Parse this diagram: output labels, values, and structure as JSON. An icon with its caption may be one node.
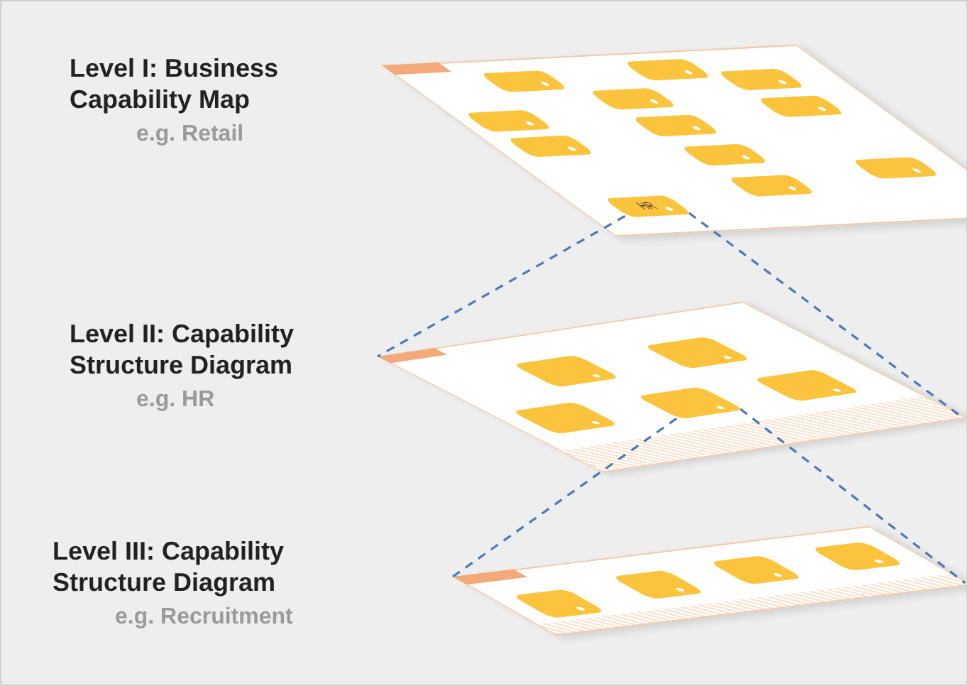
{
  "diagram": {
    "nodes": [
      {
        "text": [],
        "shape": "box",
        "beside": [
          "Level I: Business Capability Map",
          "e.g. Retail"
        ]
      },
      {
        "text": [],
        "shape": "box",
        "in": 0
      },
      {
        "text": [],
        "shape": "box",
        "in": 0
      },
      {
        "text": [],
        "shape": "box",
        "in": 0
      },
      {
        "text": [],
        "shape": "box",
        "in": 0
      },
      {
        "text": [],
        "shape": "box",
        "in": 0
      },
      {
        "text": [],
        "shape": "box",
        "in": 0
      },
      {
        "text": [],
        "shape": "box",
        "in": 0
      },
      {
        "text": [],
        "shape": "box",
        "in": 0
      },
      {
        "text": [],
        "shape": "box",
        "in": 0
      },
      {
        "text": [],
        "shape": "box",
        "in": 0
      },
      {
        "text": [],
        "shape": "box",
        "in": 0
      },
      {
        "text": [
          "HR"
        ],
        "in": 0
      },
      {
        "text": [],
        "shape": "box",
        "beside": [
          "Level II: Capability Structure Diagram",
          "e.g. HR"
        ]
      },
      {
        "text": [],
        "shape": "box",
        "in": 13
      },
      {
        "text": [],
        "shape": "box",
        "in": 13
      },
      {
        "text": [],
        "shape": "box",
        "in": 13
      },
      {
        "text": [],
        "shape": "box",
        "in": 13
      },
      {
        "text": [],
        "shape": "box",
        "in": 13
      },
      {
        "text": [],
        "shape": "box",
        "beside": [
          "Level III: Capability Structure Diagram",
          "e.g. Recruitment"
        ]
      },
      {
        "text": [],
        "shape": "box",
        "in": 19
      },
      {
        "text": [],
        "shape": "box",
        "in": 19
      },
      {
        "text": [],
        "shape": "box",
        "in": 19
      },
      {
        "text": [],
        "shape": "box",
        "in": 19
      }
    ],
    "edges": [
      {
        "from": 12,
        "to": 13,
        "arrow": "none",
        "style": "dashed"
      },
      {
        "from": 12,
        "to": 13,
        "arrow": "none",
        "style": "dashed"
      },
      {
        "from": 18,
        "to": 19,
        "arrow": "none",
        "style": "dashed"
      },
      {
        "from": 18,
        "to": 19,
        "arrow": "none",
        "style": "dashed"
      }
    ]
  }
}
